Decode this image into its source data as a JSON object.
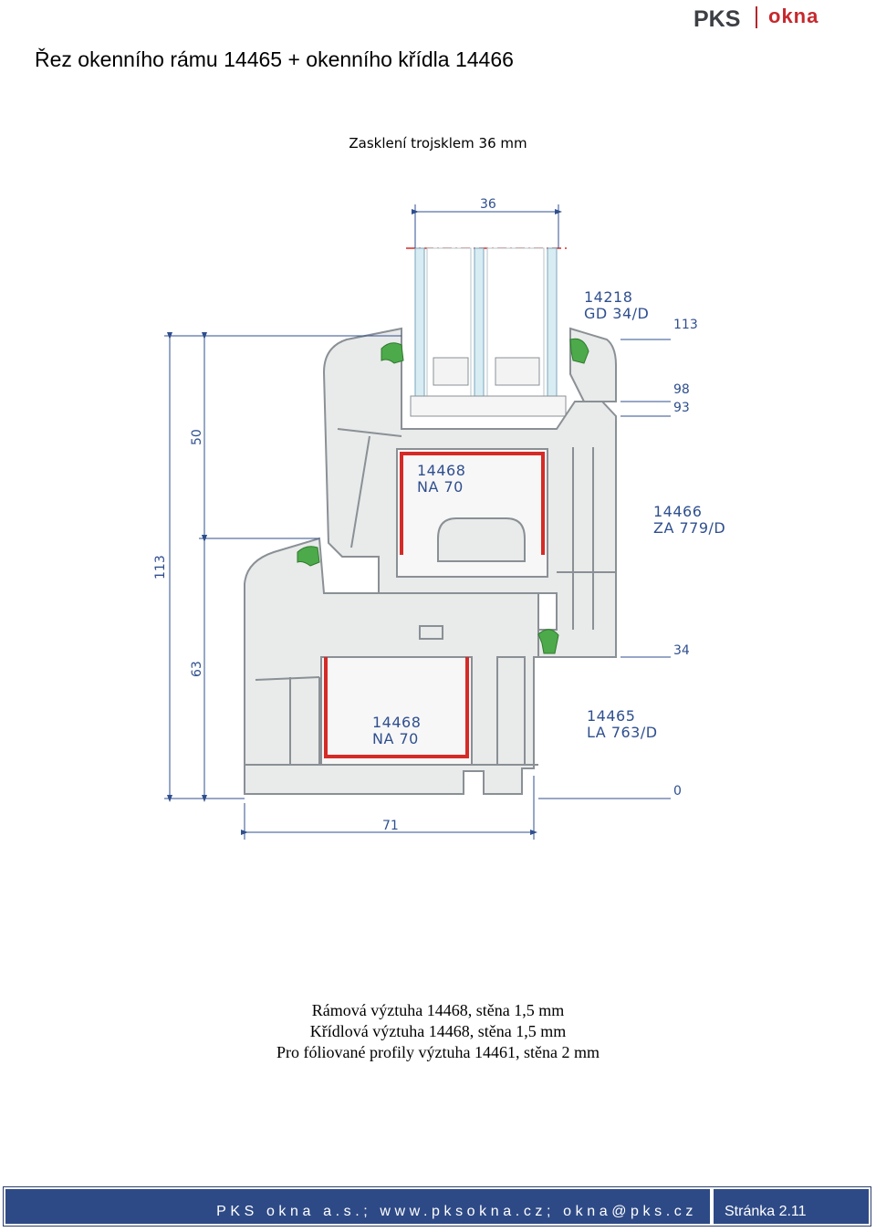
{
  "header": {
    "logo_left": "PKS",
    "logo_right": "okna",
    "title": "Řez okenního rámu 14465 + okenního křídla 14466",
    "subtitle": "Zasklení trojsklem 36 mm"
  },
  "drawing": {
    "dims": {
      "glass": "36",
      "h50": "50",
      "h113": "113",
      "h63": "63",
      "w71": "71",
      "l113": "113",
      "l98": "98",
      "l93": "93",
      "l34": "34",
      "l0": "0"
    },
    "labels": {
      "gasket_1": "14218",
      "gasket_2": "GD 34/D",
      "sash_1": "14466",
      "sash_2": "ZA 779/D",
      "frame_1": "14465",
      "frame_2": "LA 763/D",
      "reinf_upper_1": "14468",
      "reinf_upper_2": "NA 70",
      "reinf_lower_1": "14468",
      "reinf_lower_2": "NA 70"
    },
    "colors": {
      "profile_fill": "#e9eaea",
      "profile_stroke": "#8a9095",
      "reinforcement": "#d52b27",
      "gasket": "#4caa4a",
      "dimension": "#2f4f8f"
    }
  },
  "notes": [
    "Rámová výztuha 14468, stěna 1,5 mm",
    "Křídlová výztuha 14468, stěna 1,5 mm",
    "Pro fóliované profily výztuha 14461, stěna 2 mm"
  ],
  "footer": {
    "contact": "PKS okna a.s.; www.pksokna.cz; okna@pks.cz",
    "page": "Stránka 2.11"
  }
}
